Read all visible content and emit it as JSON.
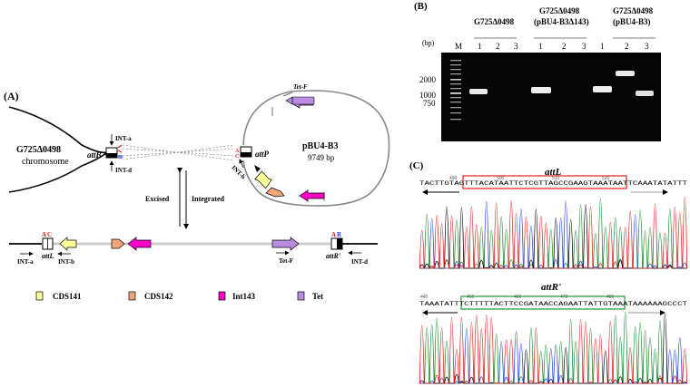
{
  "panels": {
    "a": "(A)",
    "b": "(B)",
    "c": "(C)"
  },
  "panel_a": {
    "chromosome_name": "G725Δ0498",
    "chromosome_label": "chromosome",
    "plasmid_name": "pBU4-B3",
    "plasmid_size": "9749 bp",
    "attB": "attB",
    "attP": "attP",
    "attL": "attL",
    "attR": "attR'",
    "primers": {
      "int_a": "INT-a",
      "int_b": "INT-b",
      "int_d": "INT-d",
      "tet_f": "Tet-F"
    },
    "core_a": "A",
    "core_c": "C",
    "core_b": "B",
    "excised": "Excised",
    "integrated": "Integrated",
    "legend": [
      {
        "label": "CDS141",
        "color": "#ffff99"
      },
      {
        "label": "CDS142",
        "color": "#f4a57a"
      },
      {
        "label": "Int143",
        "color": "#ff00cc"
      },
      {
        "label": "Tet",
        "color": "#b98ee0"
      }
    ]
  },
  "panel_b": {
    "bp_label": "(bp)",
    "marker_lane": "M",
    "groups": [
      {
        "line1": "G725Δ0498",
        "line2": ""
      },
      {
        "line1": "G725Δ0498",
        "line2": "(pBU4-B3Δ143)"
      },
      {
        "line1": "G725Δ0498",
        "line2": "(pBU4-B3)"
      }
    ],
    "lane_numbers": [
      "1",
      "2",
      "3"
    ],
    "size_markers": [
      "2000",
      "1000",
      "750"
    ]
  },
  "panel_c": {
    "attL_title": "attL",
    "attR_title": "attR'",
    "attL_sequence": "TACTTGTAGTTTACATAATTCTCGTTAGCCGAAGTAAATAATTCAAATATATTT",
    "attR_sequence": "TAAATATTTCTTTTTACTTCCGATAACCAGAATTATTGTAAATAAAAAAGCCCT",
    "attL_numbers": [
      "490",
      "500",
      "510",
      "520"
    ],
    "attR_numbers": [
      "440",
      "450",
      "460",
      "470",
      "480"
    ],
    "colors": {
      "attL_box": "#e02020",
      "attR_box": "#1f9a3a",
      "A": "#1a8a2a",
      "C": "#1f3fe0",
      "G": "#000000",
      "T": "#e02020"
    }
  }
}
